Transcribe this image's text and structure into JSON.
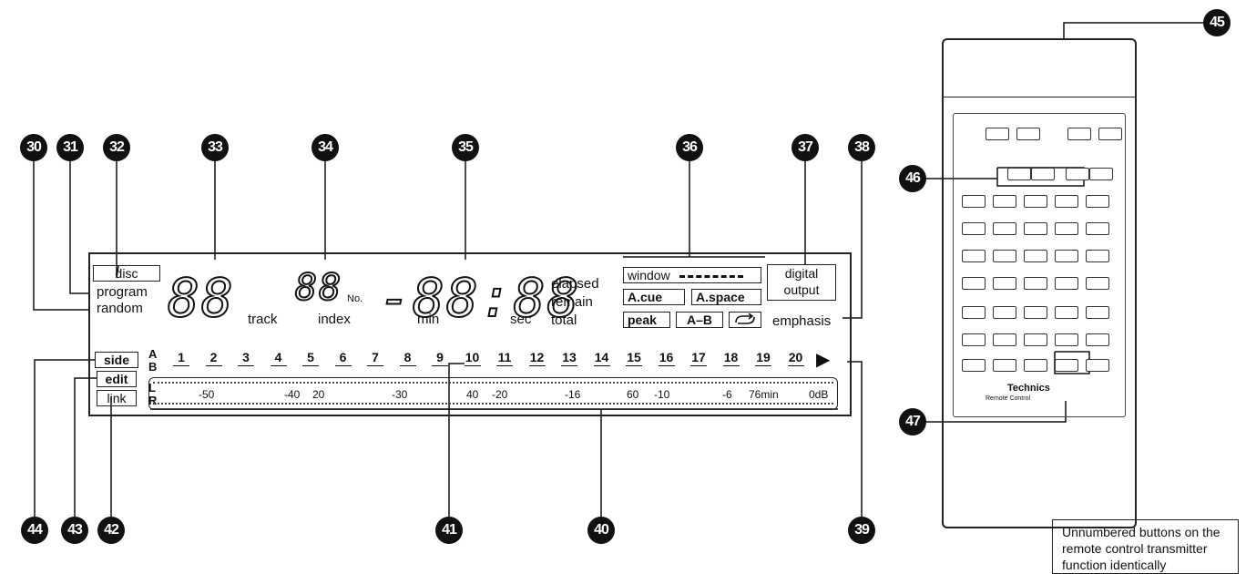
{
  "callouts": {
    "c30": "30",
    "c31": "31",
    "c32": "32",
    "c33": "33",
    "c34": "34",
    "c35": "35",
    "c36": "36",
    "c37": "37",
    "c38": "38",
    "c39": "39",
    "c40": "40",
    "c41": "41",
    "c42": "42",
    "c43": "43",
    "c44": "44",
    "c45": "45",
    "c46": "46",
    "c47": "47"
  },
  "display": {
    "disc": "disc",
    "program": "program",
    "random": "random",
    "track_digits": "88",
    "track_label": "track",
    "index_digits": "88",
    "index_no": "No.",
    "index_label": "index",
    "time_digits": "-88:88",
    "min_label": "min",
    "sec_label": "sec",
    "elapsed": "elapsed",
    "remain": "remain",
    "total": "total",
    "window": "window",
    "a_cue": "A.cue",
    "a_space": "A.space",
    "peak": "peak",
    "a_b": "A–B",
    "digital": "digital",
    "output": "output",
    "emphasis": "emphasis",
    "side": "side",
    "edit": "edit",
    "link": "link",
    "row_a": "A",
    "row_b": "B",
    "row_l": "L",
    "row_r": "R",
    "play_arrow": "▶",
    "tracks": [
      "1",
      "2",
      "3",
      "4",
      "5",
      "6",
      "7",
      "8",
      "9",
      "10",
      "11",
      "12",
      "13",
      "14",
      "15",
      "16",
      "17",
      "18",
      "19",
      "20"
    ],
    "meter": {
      "m50": "-50",
      "m40": "-40",
      "m20a": "20",
      "m30": "-30",
      "m40b": "40",
      "m20b": "-20",
      "m16": "-16",
      "m60": "60",
      "m10": "-10",
      "m6": "-6",
      "m76": "76min",
      "m0": "0dB"
    }
  },
  "remote": {
    "brand": "Technics",
    "model": "Remote Control"
  },
  "note": "Unnumbered buttons on the remote control transmitter function identically"
}
